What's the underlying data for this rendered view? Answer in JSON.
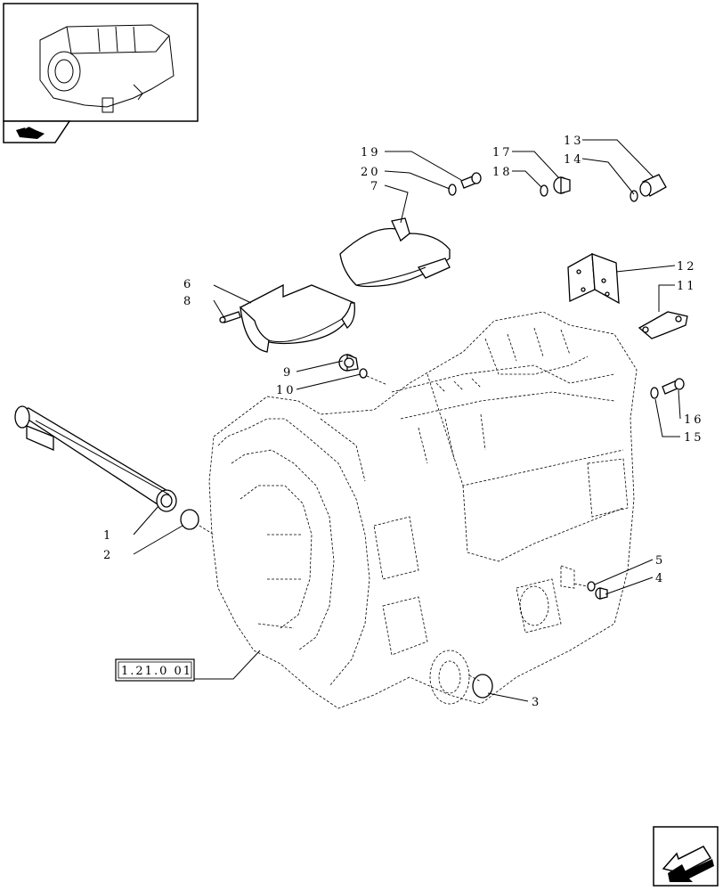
{
  "callouts": [
    {
      "id": "c1",
      "text": "1"
    },
    {
      "id": "c2",
      "text": "2"
    },
    {
      "id": "c3",
      "text": "3"
    },
    {
      "id": "c4",
      "text": "4"
    },
    {
      "id": "c5",
      "text": "5"
    },
    {
      "id": "c6",
      "text": "6"
    },
    {
      "id": "c7",
      "text": "7"
    },
    {
      "id": "c8",
      "text": "8"
    },
    {
      "id": "c9",
      "text": "9"
    },
    {
      "id": "c10",
      "text": "10"
    },
    {
      "id": "c11",
      "text": "11"
    },
    {
      "id": "c12",
      "text": "12"
    },
    {
      "id": "c13",
      "text": "13"
    },
    {
      "id": "c14",
      "text": "14"
    },
    {
      "id": "c15",
      "text": "15"
    },
    {
      "id": "c16",
      "text": "16"
    },
    {
      "id": "c17",
      "text": "17"
    },
    {
      "id": "c18",
      "text": "18"
    },
    {
      "id": "c19",
      "text": "19"
    },
    {
      "id": "c20",
      "text": "20"
    }
  ],
  "reference_box": "1.21.0 01",
  "icons": {
    "thumbnail": "tractor-transmission-thumbnail",
    "tab_icon": "book-pages-icon",
    "nav_arrow": "next-page-arrow-icon"
  }
}
